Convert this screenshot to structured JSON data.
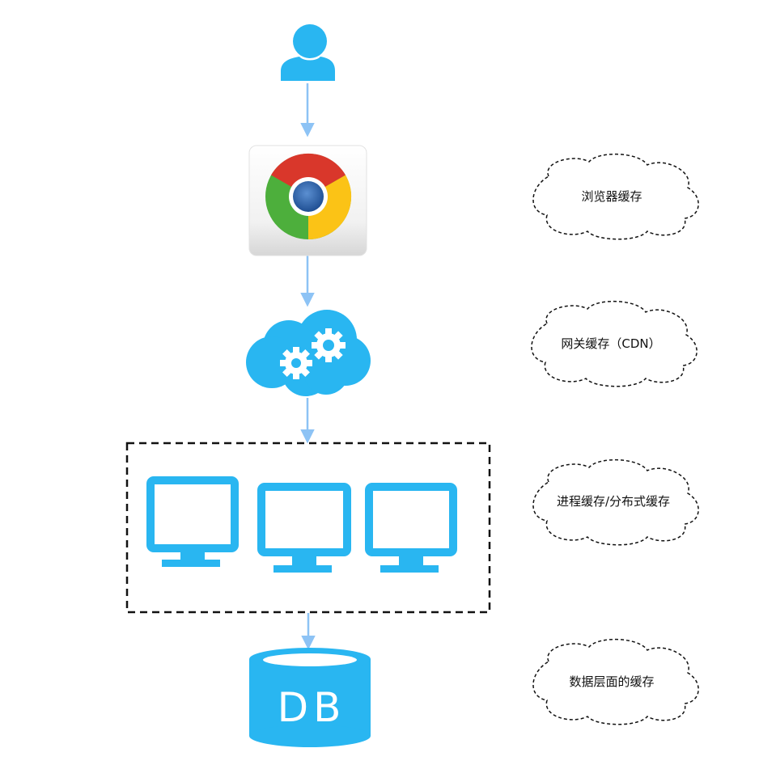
{
  "colors": {
    "accent": "#29b6f1",
    "arrow": "#8dc3f5",
    "outline": "#111111",
    "chrome_red": "#d9372b",
    "chrome_green": "#4daf3c",
    "chrome_yellow": "#fbc316",
    "chrome_blue": "#2e6bb5"
  },
  "icons": {
    "user": "user-icon",
    "browser": "chrome-browser-icon",
    "gateway": "cloud-gears-icon",
    "servers": "monitor-icon",
    "database": "database-icon"
  },
  "database": {
    "label": "DB"
  },
  "annotations": [
    {
      "name": "browser-cache-note",
      "text": "浏览器缓存"
    },
    {
      "name": "gateway-cache-note",
      "text": "网关缓存（CDN）"
    },
    {
      "name": "process-cache-note",
      "text": "进程缓存/分布式缓存"
    },
    {
      "name": "data-cache-note",
      "text": "数据层面的缓存"
    }
  ]
}
